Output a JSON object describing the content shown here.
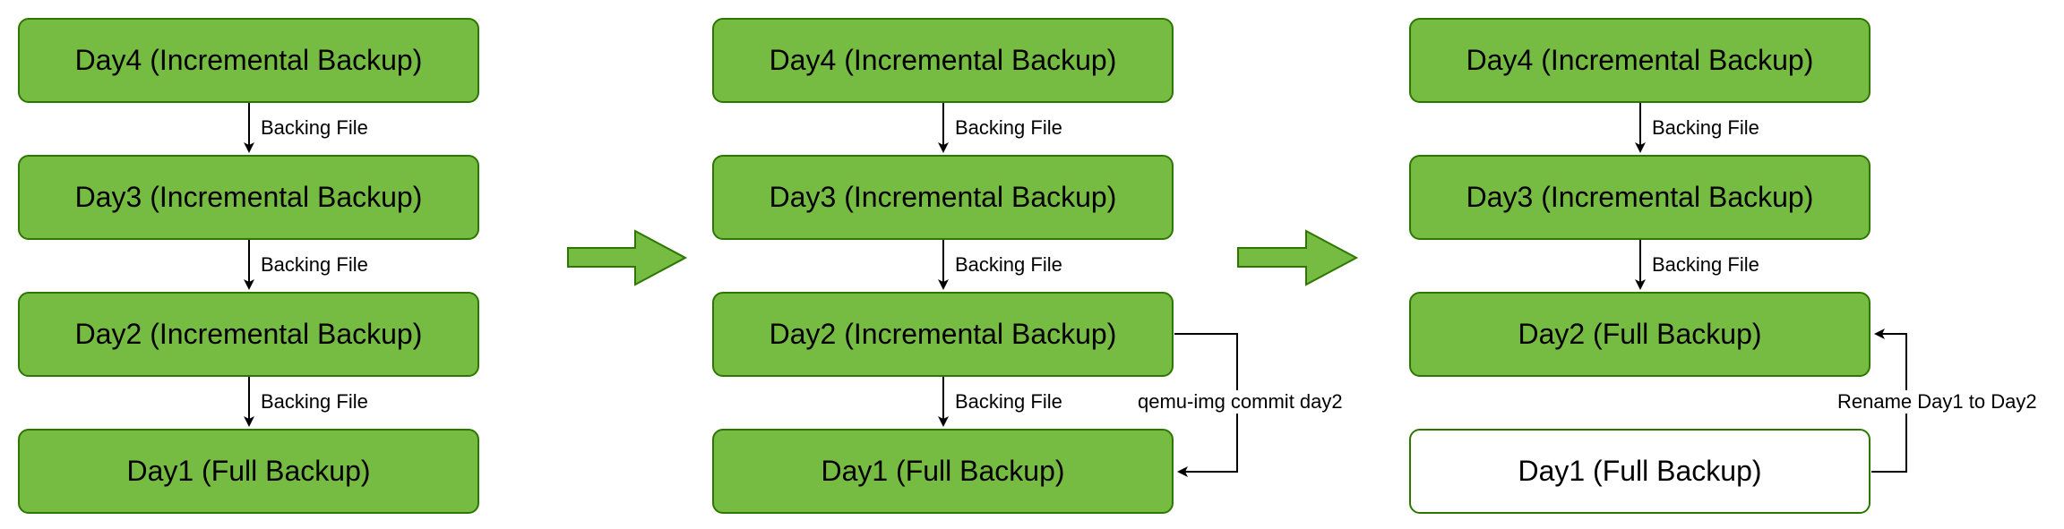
{
  "colors": {
    "node_fill": "#76bc43",
    "node_border": "#2d7600",
    "node_fill_renamed": "#ffffff",
    "connector": "#000000",
    "arrow_fill": "#76bc43"
  },
  "stage1": {
    "day4": "Day4 (Incremental Backup)",
    "day3": "Day3 (Incremental Backup)",
    "day2": "Day2 (Incremental Backup)",
    "day1": "Day1 (Full Backup)",
    "edge_4_3": "Backing File",
    "edge_3_2": "Backing File",
    "edge_2_1": "Backing File"
  },
  "stage2": {
    "day4": "Day4 (Incremental Backup)",
    "day3": "Day3 (Incremental Backup)",
    "day2": "Day2 (Incremental Backup)",
    "day1": "Day1 (Full Backup)",
    "edge_4_3": "Backing File",
    "edge_3_2": "Backing File",
    "edge_2_1": "Backing File",
    "commit_label": "qemu-img commit day2"
  },
  "stage3": {
    "day4": "Day4 (Incremental Backup)",
    "day3": "Day3 (Incremental Backup)",
    "day2": "Day2 (Full Backup)",
    "day1": "Day1 (Full Backup)",
    "edge_4_3": "Backing File",
    "edge_3_2": "Backing File",
    "rename_label": "Rename Day1 to Day2"
  }
}
